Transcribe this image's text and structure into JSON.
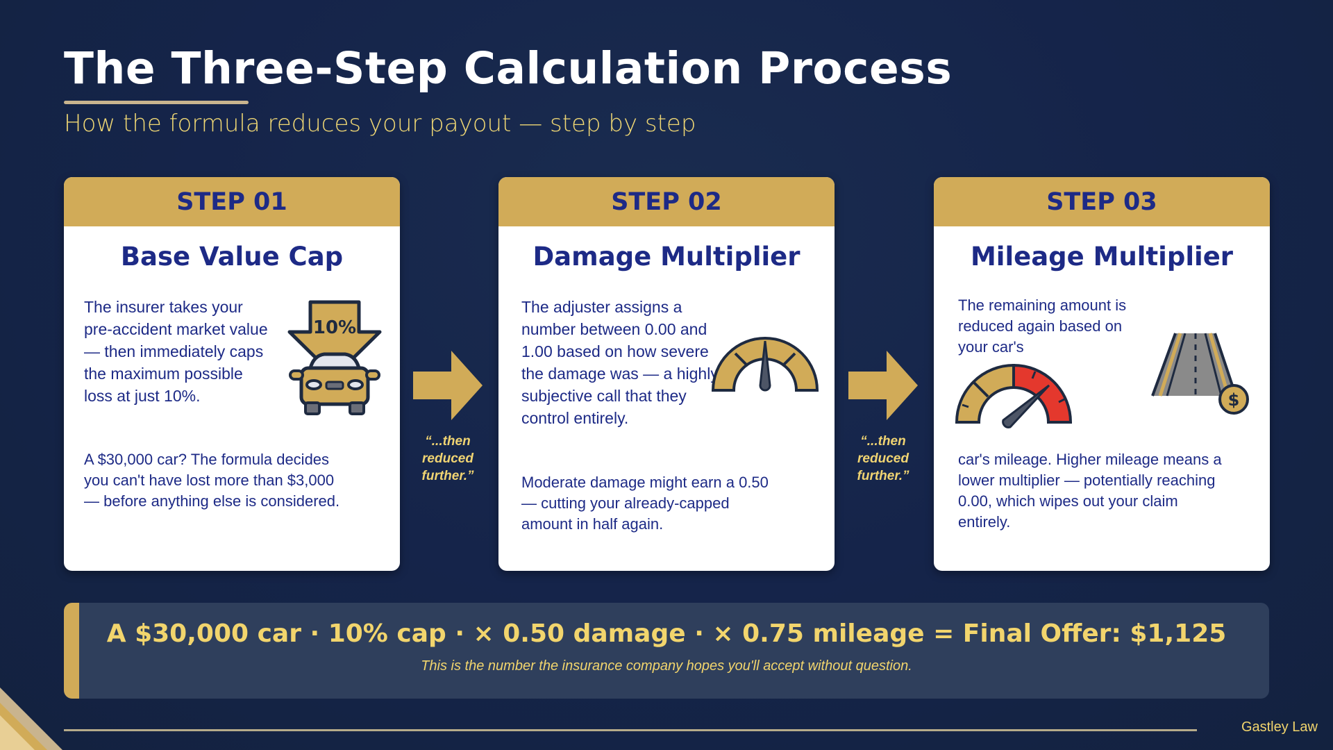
{
  "header": {
    "title": "The Three-Step Calculation Process",
    "subtitle": "How the formula reduces your payout — step by step"
  },
  "steps": [
    {
      "label": "STEP 01",
      "title": "Base Value Cap",
      "text1": "The insurer takes your pre-accident market value — then immediately caps the maximum possible loss at just 10%.",
      "text2": "A $30,000 car? The formula decides you can't have lost more than $3,000 — before anything else is considered.",
      "icon": "car-with-down-arrow-icon",
      "icon_label": "10%"
    },
    {
      "label": "STEP 02",
      "title": "Damage Multiplier",
      "text1": "The adjuster assigns a number between 0.00 and 1.00 based on how severe the damage was — a highly subjective call that they control entirely.",
      "text2": "Moderate damage might earn a 0.50 — cutting your already-capped amount in half again.",
      "icon": "gauge-icon"
    },
    {
      "label": "STEP 03",
      "title": "Mileage Multiplier",
      "text1": "The remaining amount is reduced again based on your car's",
      "text2": "car's mileage. Higher mileage means a lower multiplier — potentially reaching 0.00, which wipes out your claim entirely.",
      "icon": "speedometer-and-road-icon",
      "icon_label": "$"
    }
  ],
  "connectors": [
    {
      "icon": "right-arrow-icon",
      "caption": "“...then reduced further.”"
    },
    {
      "icon": "right-arrow-icon",
      "caption": "“...then reduced further.”"
    }
  ],
  "summary": {
    "formula": "A $30,000 car · 10% cap · × 0.50 damage · × 0.75 mileage = Final Offer: $1,125",
    "note": "This is the number the insurance company hopes you'll accept without question."
  },
  "footer": {
    "brand": "Gastley Law"
  },
  "colors": {
    "background": "#15244a",
    "gold": "#d1ab58",
    "navy_text": "#1d2a86",
    "yellow_text": "#f2d56d",
    "summary_bg": "#2f3f5c",
    "gauge_red": "#e4382d"
  }
}
